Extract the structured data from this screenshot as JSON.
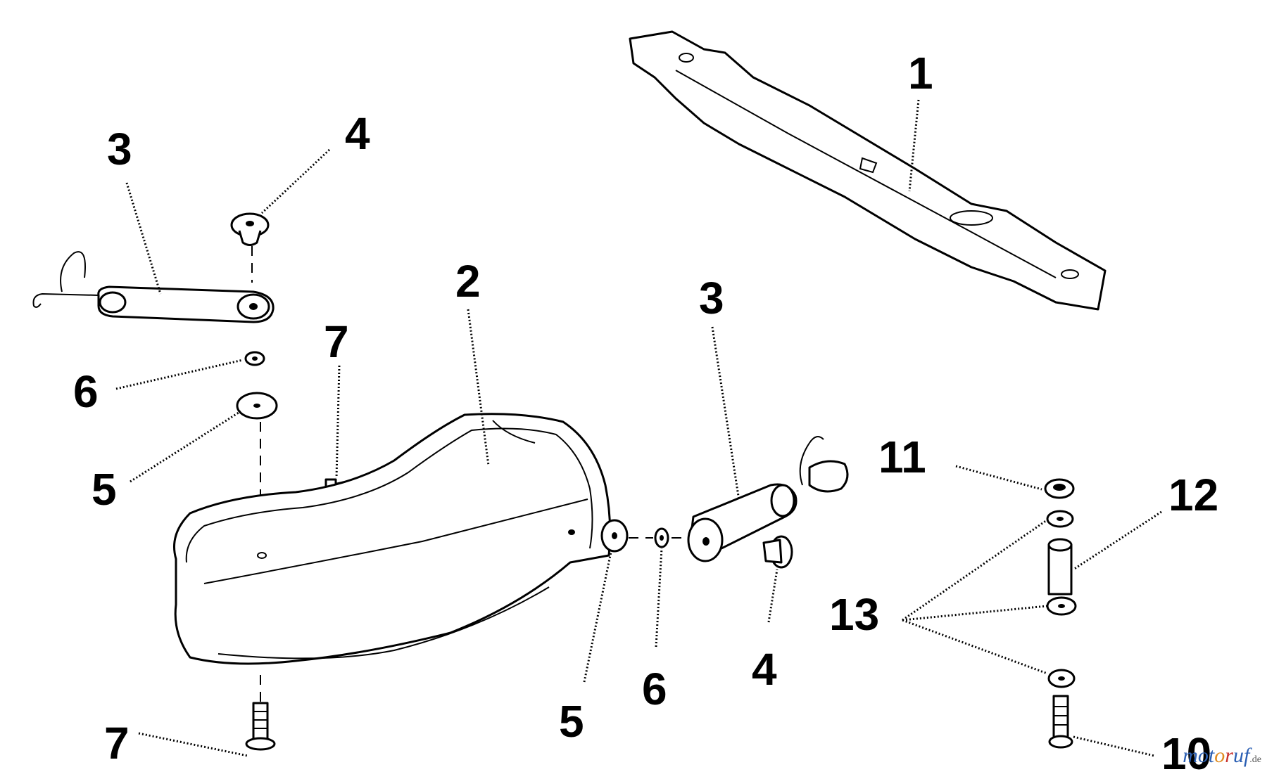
{
  "callouts": {
    "blade": "1",
    "cover": "2",
    "idler_arm_left": "3",
    "idler_arm_right": "3",
    "pulley_top_left": "4",
    "pulley_bottom_right": "4",
    "washer_large_left": "5",
    "washer_large_center": "5",
    "washer_small_left": "6",
    "washer_small_center": "6",
    "bolt_upper": "7",
    "bolt_lower": "7",
    "bolt_right": "10",
    "nut": "11",
    "spacer": "12",
    "washers_group": "13"
  },
  "watermark": {
    "p1": "mot",
    "p2": "o",
    "p3": "r",
    "p4": "uf",
    "tld": ".de"
  }
}
